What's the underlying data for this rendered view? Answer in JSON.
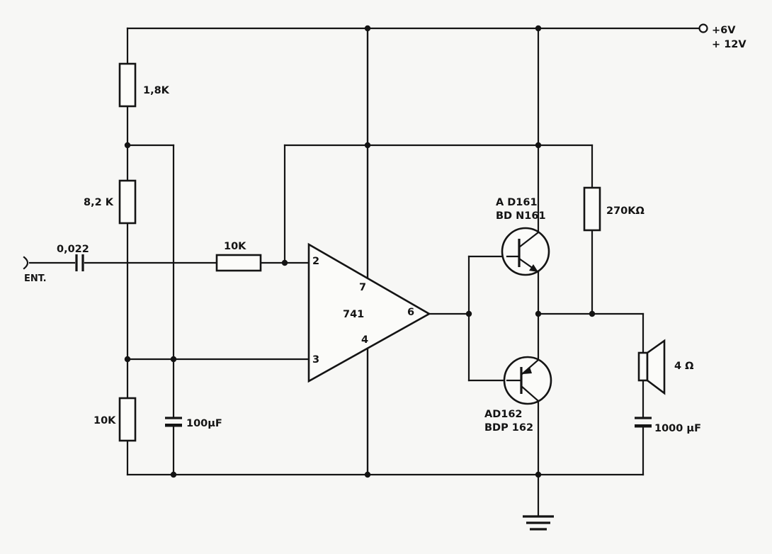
{
  "power": {
    "v1": "+6V",
    "v2": "+ 12V"
  },
  "input_label": "ENT.",
  "cap_input": "0,022",
  "r_top": "1,8K",
  "r_mid": "8,2 K",
  "r_bottom": "10K",
  "cap_100": "100µF",
  "r_feed": "10K",
  "opamp": {
    "name": "741",
    "pin2": "2",
    "pin3": "3",
    "pin4": "4",
    "pin6": "6",
    "pin7": "7"
  },
  "q1": {
    "line1": "A D161",
    "line2": "BD N161"
  },
  "q2": {
    "line1": "AD162",
    "line2": "BDP 162"
  },
  "r_270": "270KΩ",
  "speaker": "4 Ω",
  "cap_1000": "1000 µF"
}
